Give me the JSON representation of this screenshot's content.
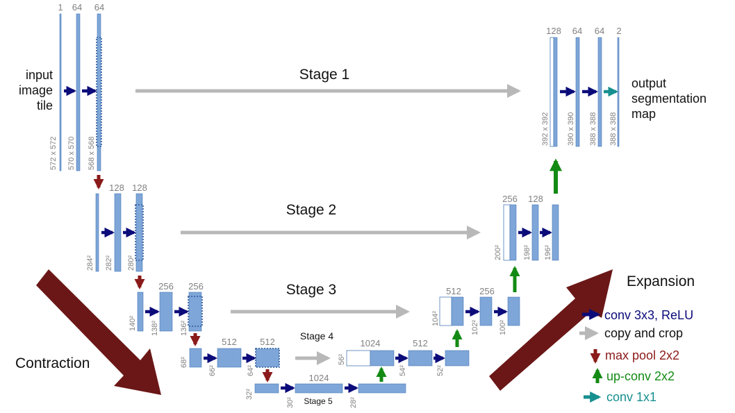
{
  "colors": {
    "block_fill": "#7ea6d8",
    "block_stroke": "#4a7ab8",
    "conv_arrow": "#0b0b7a",
    "copy_arrow": "#b8b8b8",
    "pool_arrow": "#8b1a1a",
    "upconv_arrow": "#138a13",
    "conv1x1_arrow": "#178f8f",
    "big_arrow": "#6b1717"
  },
  "input_label": [
    "input",
    "image",
    "tile"
  ],
  "output_label": [
    "output",
    "segmentation",
    "map"
  ],
  "contraction_label": "Contraction",
  "expansion_label": "Expansion",
  "stages": [
    "Stage 1",
    "Stage 2",
    "Stage 3",
    "Stage 4",
    "Stage 5"
  ],
  "channels": {
    "l1": [
      "1",
      "64",
      "64"
    ],
    "l2": [
      "128",
      "128"
    ],
    "l3": [
      "256",
      "256"
    ],
    "l4": [
      "512",
      "512"
    ],
    "l5": [
      "1024"
    ],
    "e4": [
      "1024",
      "512"
    ],
    "e3": [
      "512",
      "256"
    ],
    "e2": [
      "256",
      "128"
    ],
    "e1": [
      "128",
      "64",
      "64",
      "2"
    ]
  },
  "dims": {
    "l1": [
      "572 x 572",
      "570 x 570",
      "568 x 568"
    ],
    "l2": [
      "284²",
      "282²",
      "280²"
    ],
    "l3": [
      "140²",
      "138²",
      "136²"
    ],
    "l4": [
      "68²",
      "66²",
      "64²"
    ],
    "l5": [
      "32²",
      "30²",
      "28²"
    ],
    "e4": [
      "56²",
      "54²",
      "52²"
    ],
    "e3": [
      "104²",
      "102²",
      "100²"
    ],
    "e2": [
      "200²",
      "198²",
      "196²"
    ],
    "e1": [
      "392 x 392",
      "390 x 390",
      "388 x 388",
      "388 x 388"
    ]
  },
  "legend": [
    {
      "icon": "conv-arrow-icon",
      "label": "conv 3x3, ReLU",
      "color": "#0b0b7a"
    },
    {
      "icon": "copy-arrow-icon",
      "label": "copy and crop",
      "color": "#111111"
    },
    {
      "icon": "pool-arrow-icon",
      "label": "max pool 2x2",
      "color": "#8b1a1a"
    },
    {
      "icon": "upconv-arrow-icon",
      "label": "up-conv 2x2",
      "color": "#138a13"
    },
    {
      "icon": "conv1x1-arrow-icon",
      "label": "conv 1x1",
      "color": "#178f8f"
    }
  ]
}
